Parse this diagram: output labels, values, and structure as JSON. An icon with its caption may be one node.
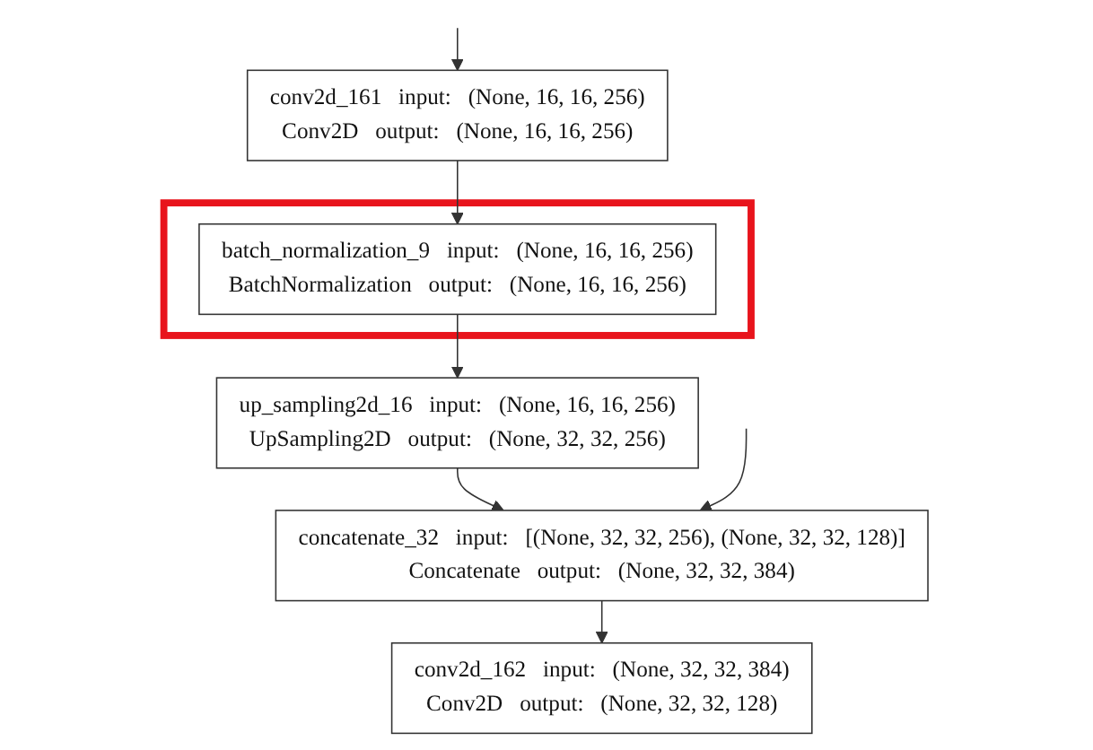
{
  "diagram": {
    "nodes": [
      {
        "text": [
          "conv2d_161",
          "input:",
          "(None, 16, 16, 256)",
          "Conv2D",
          "output:",
          "(None, 16, 16, 256)"
        ]
      },
      {
        "text": [],
        "shape": "box"
      },
      {
        "text": [
          "batch_normalization_9",
          "input:",
          "(None, 16, 16, 256)",
          "BatchNormalization",
          "output:",
          "(None, 16, 16, 256)"
        ],
        "in": 1
      },
      {
        "text": [
          "up_sampling2d_16",
          "input:",
          "(None, 16, 16, 256)",
          "UpSampling2D",
          "output:",
          "(None, 32, 32, 256)"
        ]
      },
      {
        "text": [
          "concatenate_32",
          "input:",
          "[(None, 32, 32, 256), (None, 32, 32, 128)]",
          "Concatenate",
          "output:",
          "(None, 32, 32, 384)"
        ]
      },
      {
        "text": [
          "conv2d_162",
          "input:",
          "(None, 32, 32, 384)",
          "Conv2D",
          "output:",
          "(None, 32, 32, 128)"
        ]
      }
    ],
    "edges": [
      {
        "from": null,
        "to": 0,
        "arrow": "to"
      },
      {
        "from": 0,
        "to": 2,
        "arrow": "to"
      },
      {
        "from": 2,
        "to": 3,
        "arrow": "to"
      },
      {
        "from": 3,
        "to": 4,
        "arrow": "to"
      },
      {
        "from": null,
        "to": 4,
        "arrow": "to"
      },
      {
        "from": 4,
        "to": 5,
        "arrow": "to"
      }
    ]
  }
}
